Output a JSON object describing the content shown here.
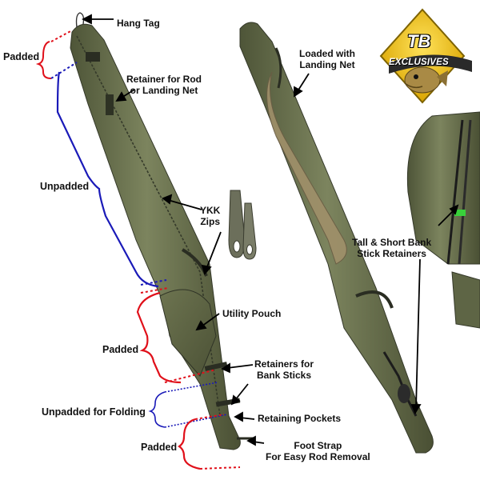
{
  "colors": {
    "padded": "#e0101a",
    "unpadded": "#1a1ab8",
    "unpadded_fold": "#1a1ab8",
    "bag_olive": "#6f7652",
    "bag_dark": "#3d4230",
    "badge_yellow": "#f2c400",
    "badge_text": "#ffffff"
  },
  "badge": {
    "line1": "TB",
    "line2": "EXCLUSIVES"
  },
  "callouts": {
    "hang_tag": "Hang Tag",
    "retainer_rod": [
      "Retainer for Rod",
      "or Landing Net"
    ],
    "loaded_net": [
      "Loaded with",
      "Landing Net"
    ],
    "ykk_zips": [
      "YKK",
      "Zips"
    ],
    "utility_pouch": "Utility Pouch",
    "retainers_bank": [
      "Retainers for",
      "Bank Sticks"
    ],
    "retaining_pockets": "Retaining Pockets",
    "foot_strap": [
      "Foot Strap",
      "For Easy Rod Removal"
    ],
    "bank_stick": [
      "Tall & Short Bank",
      "Stick Retainers"
    ]
  },
  "brackets": {
    "padded_top": "Padded",
    "unpadded": "Unpadded",
    "padded_mid": "Padded",
    "unpadded_fold": "Unpadded for Folding",
    "padded_bottom": "Padded"
  },
  "icons": [
    "fish-icon"
  ]
}
